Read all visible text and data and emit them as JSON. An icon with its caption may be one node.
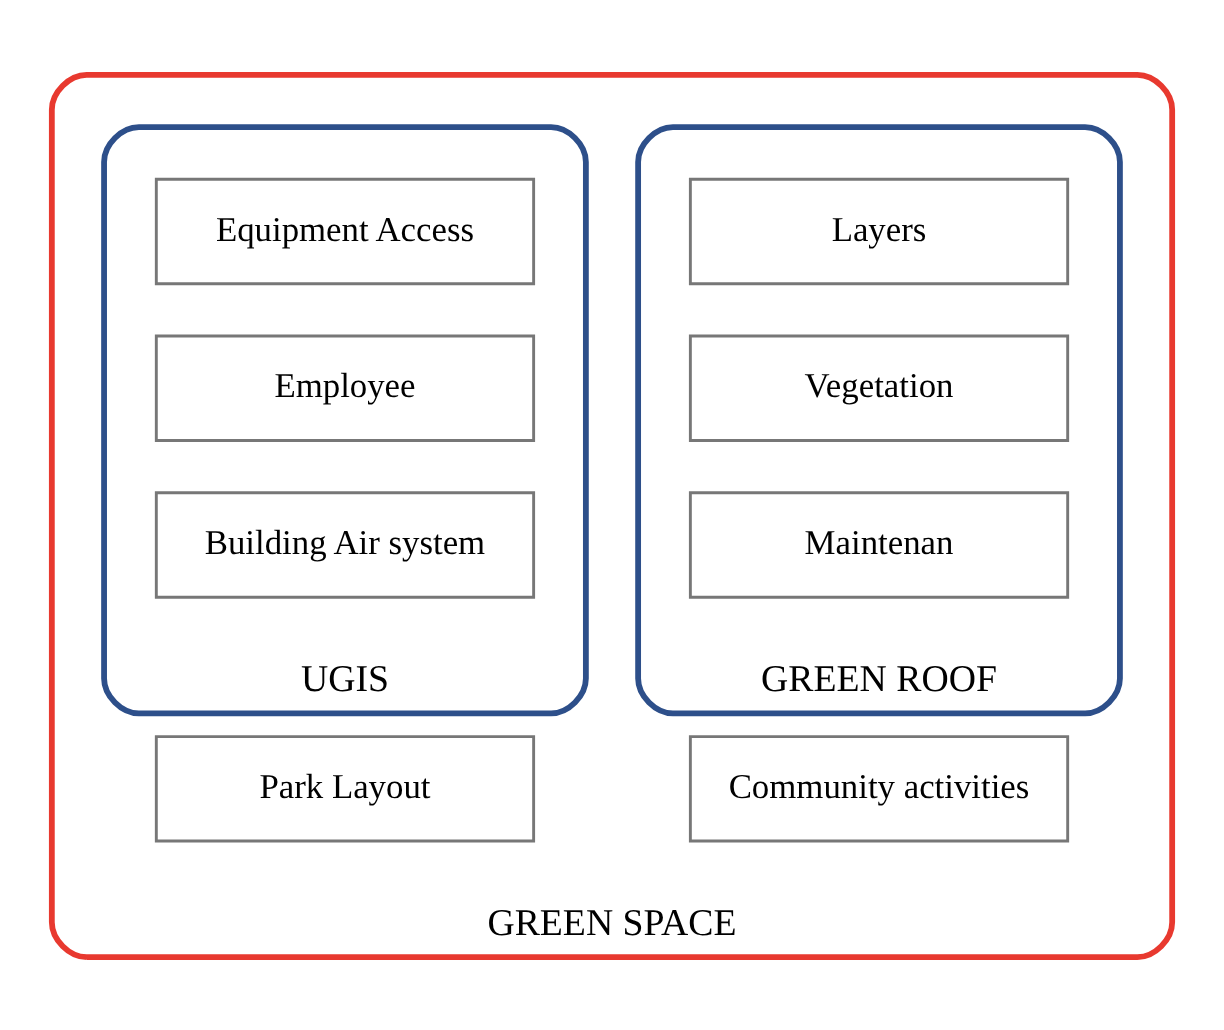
{
  "diagram": {
    "nodes": [
      {
        "text": [
          "GREEN SPACE"
        ]
      },
      {
        "text": [
          "GREEN ROOF"
        ],
        "in": 0
      },
      {
        "text": [
          "Layers"
        ],
        "in": 1
      },
      {
        "text": [
          "Vegetation"
        ],
        "in": 1
      },
      {
        "text": [
          "Maintenan"
        ],
        "in": 1
      },
      {
        "text": [
          "UGIS"
        ],
        "in": 0
      },
      {
        "text": [
          "Equipment Access"
        ],
        "in": 5
      },
      {
        "text": [
          "Employee"
        ],
        "in": 5
      },
      {
        "text": [
          "Building Air system"
        ],
        "in": 5
      },
      {
        "text": [
          "Community activities"
        ],
        "in": 0
      },
      {
        "text": [
          "Park Layout"
        ],
        "in": 0
      }
    ],
    "edges": []
  }
}
